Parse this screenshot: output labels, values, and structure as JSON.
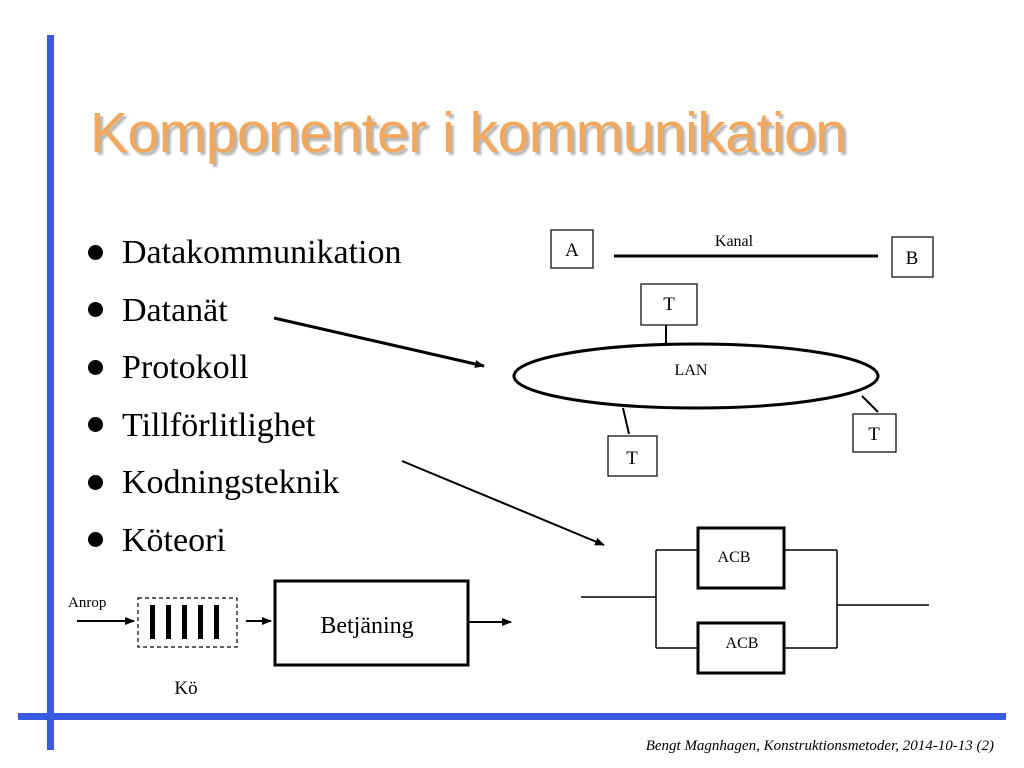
{
  "slide": {
    "title": "Komponenter i kommunikation",
    "bullets": [
      "Datakommunikation",
      "Datanät",
      "Protokoll",
      "Tillförlitlighet",
      "Kodningsteknik",
      "Köteori"
    ],
    "footer": "Bengt Magnhagen, Konstruktionsmetoder, 2014-10-13 (2)"
  },
  "diagrams": {
    "channel": {
      "node_a": "A",
      "node_b": "B",
      "link": "Kanal"
    },
    "lan": {
      "label": "LAN",
      "terminal": "T"
    },
    "redundancy": {
      "unit": "ACB"
    },
    "queue": {
      "arrivals": "Anrop",
      "queue": "Kö",
      "server": "Betjäning"
    }
  },
  "colors": {
    "accent_bar": "#3a5be0",
    "title": "#f2a85c"
  }
}
